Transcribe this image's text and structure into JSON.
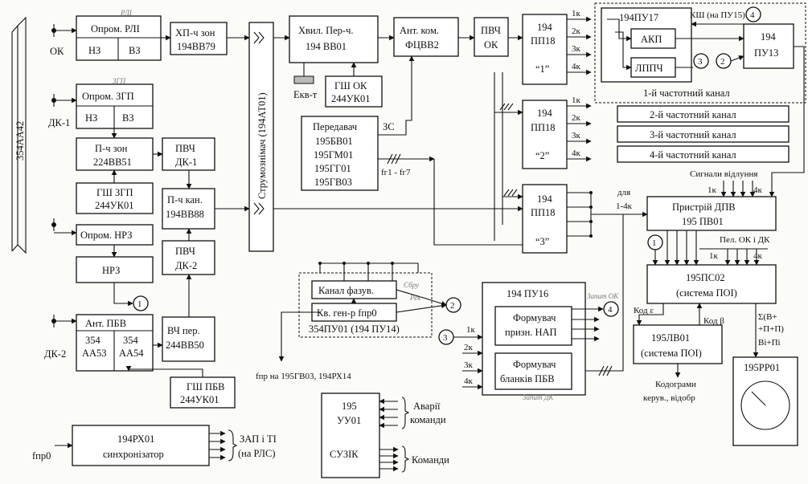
{
  "vertical": {
    "left_bus": "354АА42",
    "current_collector": "Струмознімач (194АТ01)"
  },
  "side": {
    "ok": "ОК",
    "dk1": "ДК-1",
    "dk2": "ДК-2"
  },
  "blocks": {
    "opr_rli": "Опром. РЛІ",
    "nz_1": "НЗ",
    "vz_1": "ВЗ",
    "hp_zon_1": "ХП-ч зон",
    "hp_zon_2": "194ВВ79",
    "opr_zgp": "Опром. ЗГП",
    "nz_2": "НЗ",
    "vz_2": "ВЗ",
    "pch_zon_1": "П-ч зон",
    "pch_zon_2": "224ВВ51",
    "gsh_zgp_1": "ГШ ЗГП",
    "gsh_zgp_2": "244УК01",
    "pvch_dk1_1": "ПВЧ",
    "pvch_dk1_2": "ДК-1",
    "pch_kan_1": "П-ч кан.",
    "pch_kan_2": "194ВВ88",
    "opr_nrz": "Опром. НРЗ",
    "nrz": "НРЗ",
    "pvch_dk2_1": "ПВЧ",
    "pvch_dk2_2": "ДК-2",
    "ant_pbv": "Ант. ПБВ",
    "aa53_1": "354",
    "aa53_2": "АА53",
    "aa54_1": "354",
    "aa54_2": "АА54",
    "vch_per_1": "ВЧ пер.",
    "vch_per_2": "244ВВ50",
    "gsh_pbv_1": "ГШ ПБВ",
    "gsh_pbv_2": "244УК01",
    "khv_per_1": "Хвил. Пер-ч.",
    "khv_per_2": "194 ВВ01",
    "ekv": "Екв-т",
    "gsh_ok_1": "ГШ ОК",
    "gsh_ok_2": "244УК01",
    "ant_kom_1": "Ант. ком.",
    "ant_kom_2": "ФЦВВ2",
    "pvch_ok_1": "ПВЧ",
    "pvch_ok_2": "ОК",
    "tx_1": "Передавач",
    "tx_2": "195БВ01",
    "tx_3": "195ГМ01",
    "tx_4": "195ГГ01",
    "tx_5": "195ГВ03",
    "zs": "ЗС",
    "fg_range": "fг1 - fг7",
    "pp18_a_1": "194",
    "pp18_a_2": "ПП18",
    "pp18_a_3": "“1”",
    "pp18_b_1": "194",
    "pp18_b_2": "ПП18",
    "pp18_b_3": "“2”",
    "pp18_c_1": "194",
    "pp18_c_2": "ПП18",
    "pp18_c_3": "“3”",
    "pu17": "194ПУ17",
    "akp": "АКП",
    "lppch": "ЛППЧ",
    "ksh": "КШ (на ПУ15)",
    "pu13_1": "194",
    "pu13_2": "ПУ13",
    "chan1": "1-й частотний канал",
    "chan2": "2-й частотний канал",
    "chan3": "3-й частотний канал",
    "chan4": "4-й частотний канал",
    "echo": "Сигнали відлуння",
    "dpv_1": "Пристрій ДПВ",
    "dpv_2": "195 ПВ01",
    "for_14k_1": "для",
    "for_14k_2": "1-4к",
    "pel": "Пел. ОК і  ДК",
    "ps02_1": "195ПС02",
    "ps02_2": "(система ПОІ)",
    "code_e": "Код ε",
    "code_b": "Код β",
    "sum_1": "Σ(В+",
    "sum_2": "+П+П)",
    "sum_3": "Bі+Пі",
    "lv01_1": "195ЛВ01",
    "lv01_2": "(система ПОІ)",
    "rr01": "195РР01",
    "kodograms_1": "Кодограми",
    "kodograms_2": "керув., відобр",
    "kanal_faz": "Канал фазув.",
    "kv_gen": "Кв. ген-р fпр0",
    "pu01": "354ПУ01 (194 ПУ14)",
    "fpr_out": "fпр на 195ГВ03, 194РХ14",
    "pu16": "194 ПУ16",
    "form_nap_1": "Формувач",
    "form_nap_2": "призн. НАП",
    "form_pbv_1": "Формувач",
    "form_pbv_2": "бланків ПБВ",
    "uu01_1": "195",
    "uu01_2": "УУ01",
    "suzik": "СУЗІК",
    "avar_1": "Аварії",
    "avar_2": "команди",
    "commands": "Команди",
    "rx01_1": "194РХ01",
    "rx01_2": "синхронізатор",
    "fpr0": "fпр0",
    "zap_1": "ЗАП і ТІ",
    "zap_2": "(на РЛС)"
  },
  "ports": {
    "k1": "1к",
    "k2": "2к",
    "k3": "3к",
    "k4": "4к"
  },
  "nodes": {
    "n1": "1",
    "n2": "2",
    "n3": "3",
    "n4": "4"
  },
  "handwritten": {
    "rli": "РЛІ",
    "zgp": "ЗГП",
    "sbpu": "Сбру",
    "rek": "Рек",
    "zap_ok": "Запит ОК",
    "zap_dk": "Запит ДК"
  }
}
